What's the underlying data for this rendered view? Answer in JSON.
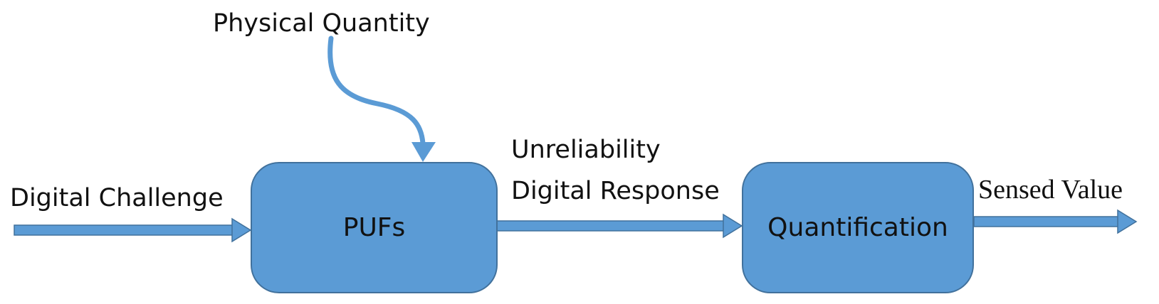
{
  "diagram": {
    "input_label": "Digital Challenge",
    "physical_label": "Physical Quantity",
    "puf_box_label": "PUFs",
    "response_label_line1": "Unreliability",
    "response_label_line2": "Digital Response",
    "quant_box_label": "Quantification",
    "output_label": "Sensed Value"
  },
  "colors": {
    "box_fill": "#5b9bd5",
    "box_border": "#41719c",
    "arrow": "#5b9bd5"
  }
}
